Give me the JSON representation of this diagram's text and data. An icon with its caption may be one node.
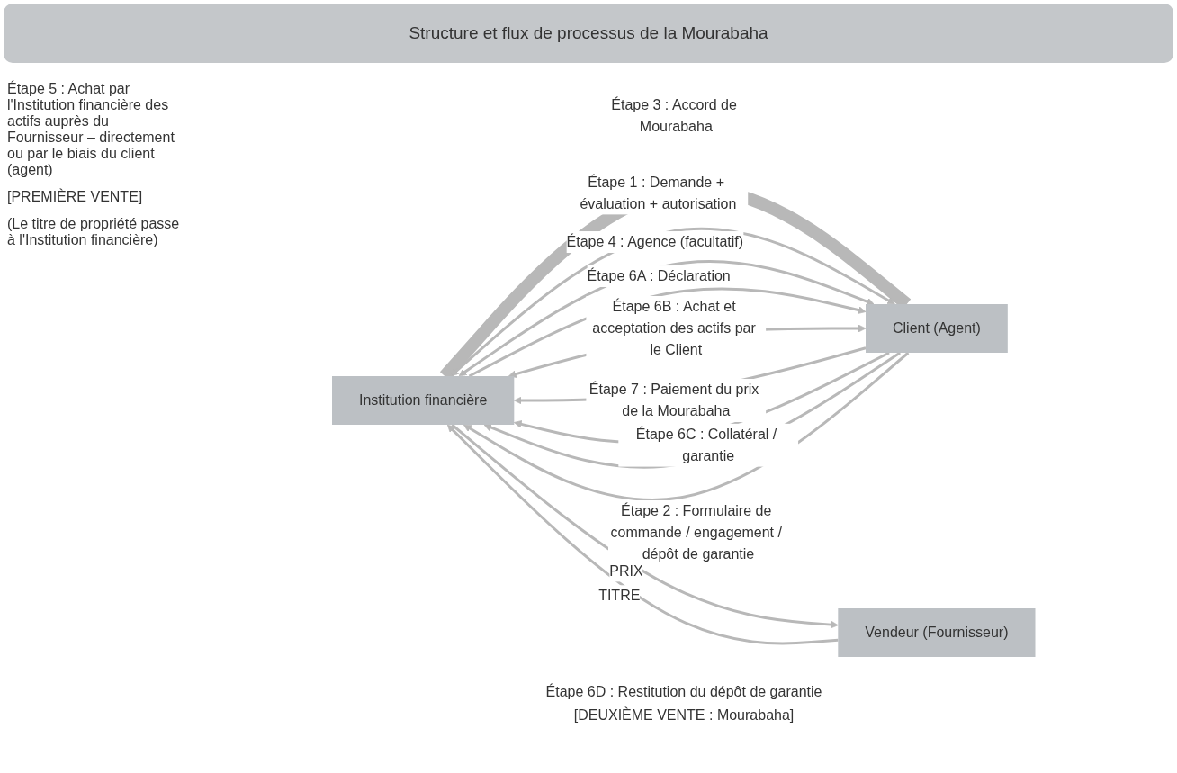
{
  "diagram": {
    "title": "Structure et flux de processus de la Mourabaha",
    "nodes": [
      {
        "text": [
          "Institution financière"
        ]
      },
      {
        "text": [
          "Client (Agent)"
        ]
      },
      {
        "text": [
          "Vendeur (Fournisseur)"
        ]
      }
    ],
    "edges": [
      {
        "from": 1,
        "to": 0,
        "arrow": "to",
        "label": "Étape 7 : Paiement du prix de la Mourabaha"
      },
      {
        "from": 1,
        "to": 0,
        "arrow": "to",
        "label": "Étape 6C : Collatéral / garantie"
      },
      {
        "from": 0,
        "to": 1,
        "arrow": "none",
        "style": "thick",
        "label": "Étape 3 : Accord de Mourabaha"
      },
      {
        "from": 0,
        "to": 1,
        "arrow": "both",
        "label": "Étape 1 : Demande + évaluation + autorisation"
      },
      {
        "from": 0,
        "to": 1,
        "arrow": "both",
        "label": "Étape 4 : Agence (facultatif)"
      },
      {
        "from": 1,
        "to": 0,
        "arrow": "to"
      },
      {
        "from": 1,
        "to": 0,
        "arrow": "to",
        "label": "Étape 2 : Formulaire de commande / engagement / dépôt de garantie"
      },
      {
        "from": 0,
        "to": 1,
        "arrow": "to",
        "label": "Étape 6A : Déclaration"
      },
      {
        "from": 0,
        "to": 1,
        "arrow": "both",
        "label": "Étape 6B : Achat et acceptation des actifs par le Client"
      },
      {
        "from": 2,
        "to": 0,
        "arrow": "to",
        "label": "TITRE"
      },
      {
        "from": 0,
        "to": 2,
        "arrow": "to",
        "label": "PRIX"
      }
    ],
    "labels": [
      "Étape 6D : Restitution du dépôt de garantie",
      "[DEUXIÈME VENTE : Mourabaha]",
      "Étape 5 : Achat par l'Institution financière des actifs auprès du Fournisseur – directement ou par le biais du client (agent)",
      "[PREMIÈRE VENTE]",
      "(Le titre de propriété passe à l'Institution financière)"
    ]
  }
}
